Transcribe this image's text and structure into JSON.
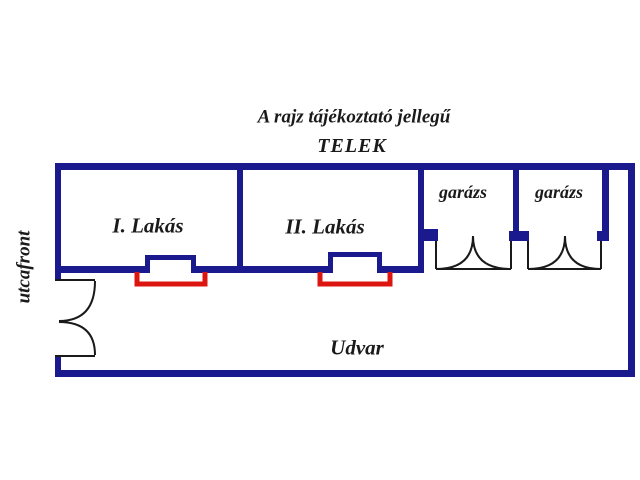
{
  "title": "A rajz tájékoztató jellegű",
  "subtitle": "TELEK",
  "labels": {
    "street_front": "utcafront",
    "apartment_1": "I. Lakás",
    "apartment_2": "II. Lakás",
    "garage_1": "garázs",
    "garage_2": "garázs",
    "yard": "Udvar"
  },
  "colors": {
    "wall": "#1a1a8e",
    "steps": "#dd1510",
    "door_line": "#1a1a1a",
    "text": "#1a1a1a",
    "background": "#ffffff"
  }
}
